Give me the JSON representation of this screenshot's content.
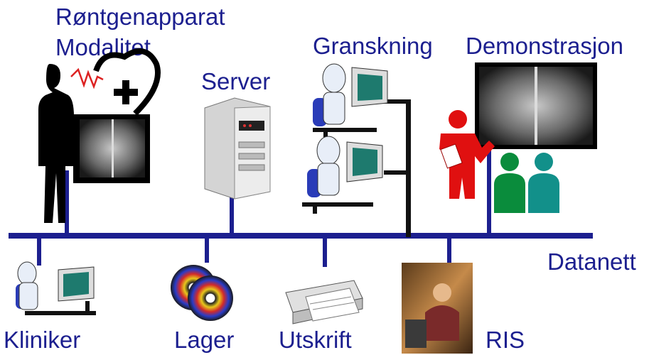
{
  "labels": {
    "modality_line1": "Røntgenapparat",
    "modality_line2": "Modalitet",
    "server": "Server",
    "review": "Granskning",
    "demo": "Demonstrasjon",
    "network": "Datanett",
    "clinician": "Kliniker",
    "storage": "Lager",
    "printout": "Utskrift",
    "ris": "RIS"
  },
  "colors": {
    "text": "#1c1f8f",
    "network_line": "#1c1f8f",
    "presenter": "#e01010",
    "audience_left": "#0a8c3c",
    "audience_right": "#12908a"
  }
}
